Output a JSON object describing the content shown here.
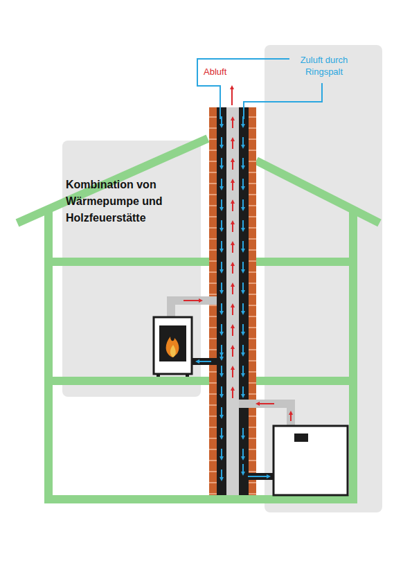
{
  "diagram": {
    "title": "Kombination von Wärmepumpe und Holzfeuerstätte",
    "labels": [
      "Abluft",
      "Zuluft durch Ringspalt"
    ]
  }
}
